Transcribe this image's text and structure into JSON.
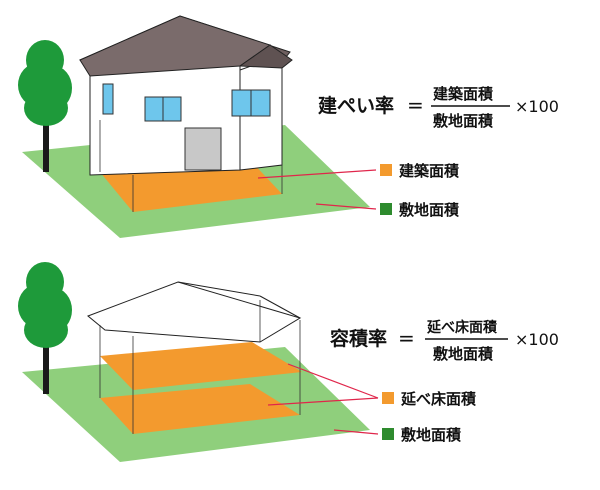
{
  "colors": {
    "ground": "#8fcf7c",
    "floor": "#f39a2e",
    "tree_foliage": "#1e9a3a",
    "tree_trunk": "#1a1a1a",
    "roof": "#7a6b6b",
    "window": "#6ec6ec",
    "door": "#c8c8c8",
    "leader_line": "#e0264b",
    "legend_orange": "#f39a2e",
    "legend_green": "#2e8b2e"
  },
  "coverage": {
    "formula": {
      "lhs": "建ぺい率",
      "equals": "=",
      "numerator": "建築面積",
      "denominator": "敷地面積",
      "multiplier": "×100"
    },
    "legend": [
      {
        "label": "建築面積",
        "color": "#f39a2e"
      },
      {
        "label": "敷地面積",
        "color": "#2e8b2e"
      }
    ]
  },
  "far": {
    "formula": {
      "lhs": "容積率",
      "equals": "=",
      "numerator": "延べ床面積",
      "denominator": "敷地面積",
      "multiplier": "×100"
    },
    "legend": [
      {
        "label": "延べ床面積",
        "color": "#f39a2e"
      },
      {
        "label": "敷地面積",
        "color": "#2e8b2e"
      }
    ]
  }
}
